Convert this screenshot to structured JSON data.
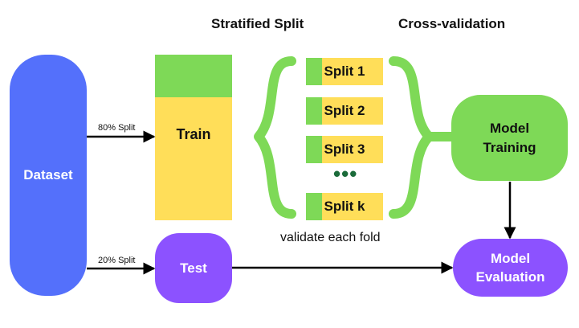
{
  "headings": {
    "stratified_split": "Stratified Split",
    "cross_validation": "Cross-validation"
  },
  "nodes": {
    "dataset": "Dataset",
    "train": "Train",
    "test": "Test",
    "model_training": "Model\nTraining",
    "model_evaluation": "Model\nEvaluation"
  },
  "splits": [
    "Split 1",
    "Split 2",
    "Split 3",
    "Split k"
  ],
  "ellipsis": "•••",
  "edge_labels": {
    "train_split": "80% Split",
    "test_split": "20% Split"
  },
  "caption": "validate each fold",
  "colors": {
    "dataset": "#5470fb",
    "green": "#7ed957",
    "yellow": "#ffde59",
    "purple": "#8c52ff"
  }
}
